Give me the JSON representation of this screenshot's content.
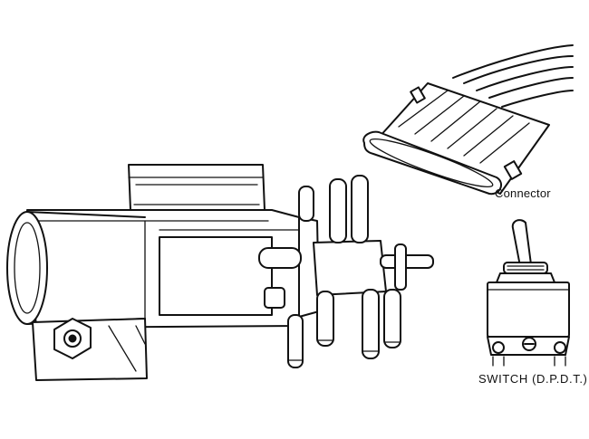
{
  "labels": {
    "connector": "Connector",
    "switch": "SWITCH (D.P.D.T.)"
  },
  "icons": {
    "actuator": "vacuum-actuator-illustration",
    "connector": "wire-connector-illustration",
    "switch": "toggle-switch-illustration"
  },
  "colors": {
    "ink": "#111111",
    "paper": "#ffffff"
  }
}
